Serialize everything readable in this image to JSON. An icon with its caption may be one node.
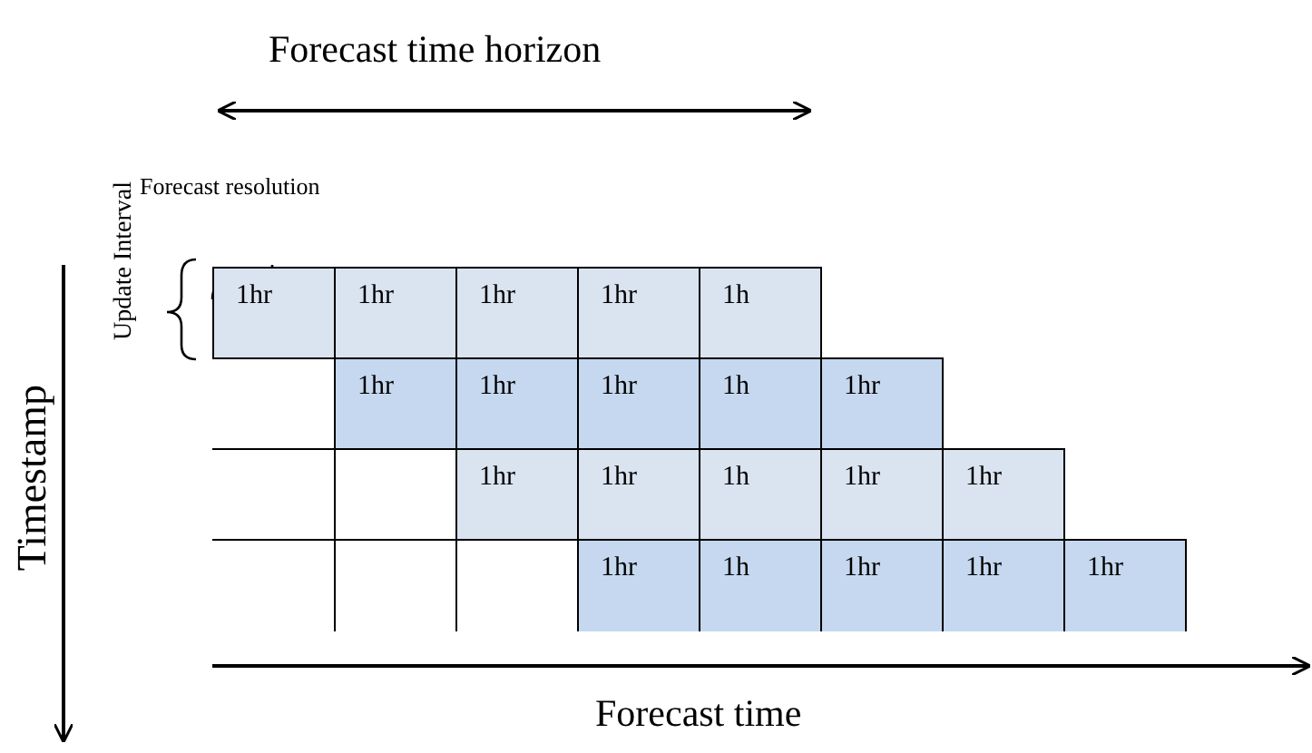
{
  "diagram": {
    "labels": [
      "Forecast time horizon",
      "Forecast resolution",
      "Update Interval",
      "1hr",
      "1hr",
      "1hr",
      "1hr",
      "1h",
      "1hr",
      "1hr",
      "1hr",
      "1h",
      "1hr",
      "1hr",
      "1hr",
      "1h",
      "1hr",
      "1hr",
      "1hr",
      "1h",
      "1hr",
      "1hr",
      "1hr",
      "Timestamp",
      "Forecast time"
    ]
  }
}
